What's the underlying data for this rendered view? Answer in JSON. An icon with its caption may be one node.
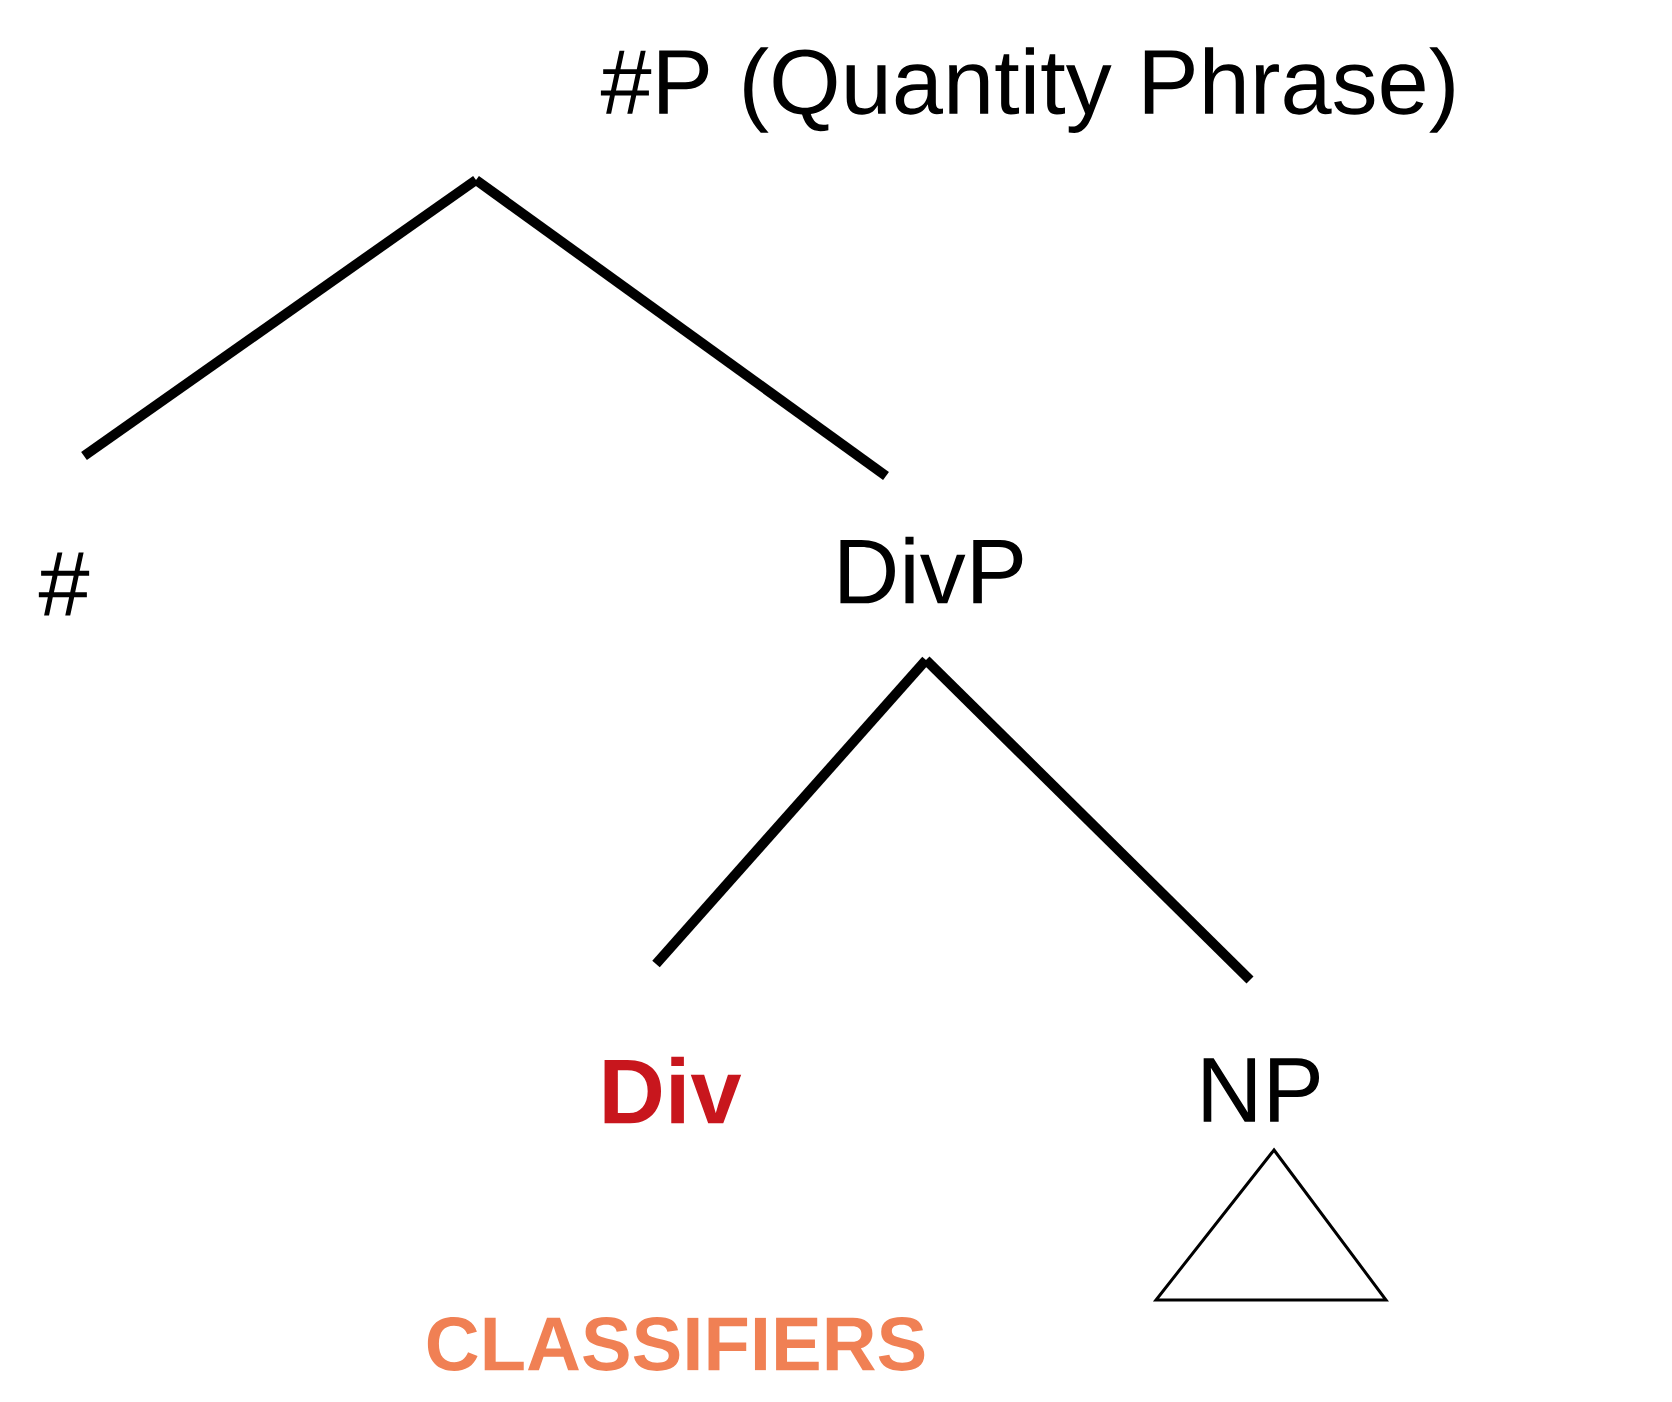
{
  "diagram": {
    "nodes": [
      {
        "text": [
          "#P (Quantity Phrase)"
        ]
      },
      {
        "text": [
          "#"
        ]
      },
      {
        "text": [
          "DivP"
        ]
      },
      {
        "text": [
          "Div"
        ]
      },
      {
        "text": [
          "NP"
        ]
      }
    ],
    "edges": [
      {
        "from": 0,
        "to": 1,
        "arrow": "none"
      },
      {
        "from": 0,
        "to": 2,
        "arrow": "none"
      },
      {
        "from": 2,
        "to": 3,
        "arrow": "none"
      },
      {
        "from": 2,
        "to": 4,
        "arrow": "none"
      }
    ],
    "labels": [
      "CLASSIFIERS"
    ]
  }
}
